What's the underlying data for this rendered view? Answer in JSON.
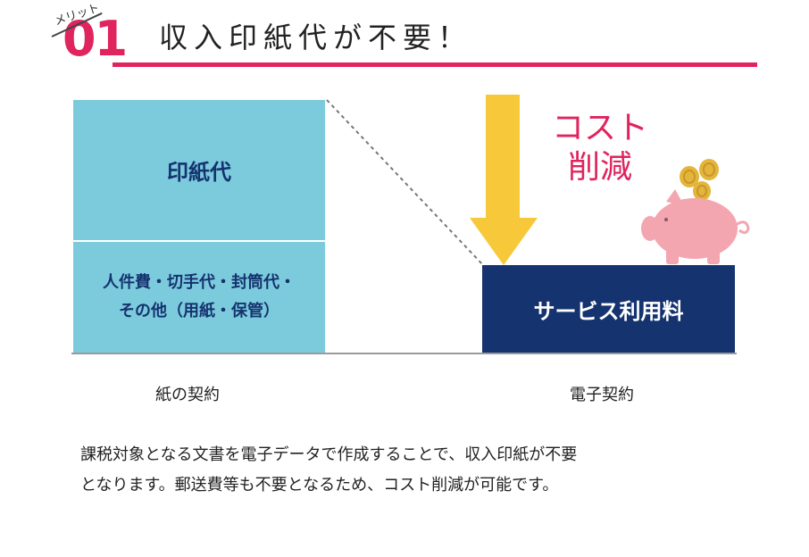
{
  "header": {
    "merit_label": "メリット",
    "merit_number": "01",
    "title": "収入印紙代が不要！"
  },
  "diagram": {
    "paper_contract": {
      "top_block": "印紙代",
      "bottom_block_lines": [
        "人件費・切手代・封筒代・",
        "その他（用紙・保管）"
      ],
      "label": "紙の契約"
    },
    "electronic_contract": {
      "block": "サービス利用料",
      "label": "電子契約"
    },
    "cost_reduction": {
      "line1": "コスト",
      "line2": "削減"
    }
  },
  "description": {
    "line1": "課税対象となる文書を電子データで作成することで、収入印紙が不要",
    "line2": "となります。郵送費等も不要となるため、コスト削減が可能です。"
  },
  "colors": {
    "accent_pink": "#e0245e",
    "light_blue": "#7ccbdc",
    "navy": "#15336f",
    "arrow_yellow": "#f7c93a",
    "pig_pink": "#f3a6b0",
    "coin_gold": "#e3b53a"
  },
  "icons": [
    "down-arrow-icon",
    "piggy-bank-icon",
    "coin-icon"
  ]
}
